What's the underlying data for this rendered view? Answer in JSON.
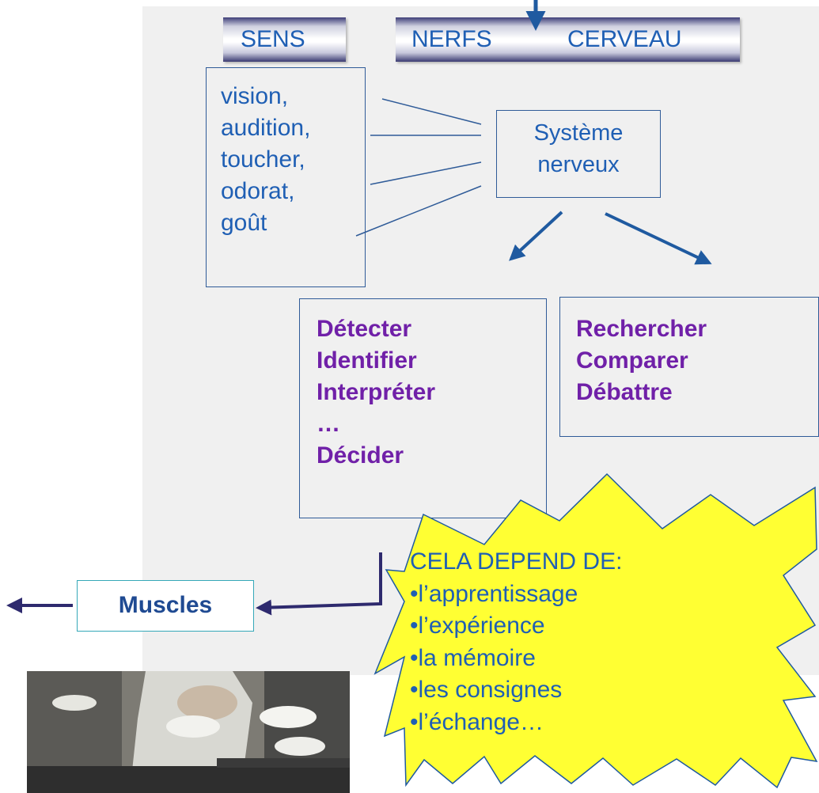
{
  "headers": {
    "sens": "SENS",
    "nerfs": "NERFS",
    "cerveau": "CERVEAU"
  },
  "senses": [
    "vision,",
    "audition,",
    "toucher,",
    "odorat,",
    "goût"
  ],
  "system_box": {
    "line1": "Système",
    "line2": "nerveux"
  },
  "actions_left": [
    "Détecter",
    "Identifier",
    "Interpréter",
    "…",
    "Décider"
  ],
  "actions_right": [
    "Rechercher",
    "Comparer",
    "Débattre"
  ],
  "bubble": {
    "title": "CELA DEPEND DE:",
    "items": [
      "•l’apprentissage",
      "•l’expérience",
      "•la mémoire",
      "•les consignes",
      "•l’échange…"
    ],
    "fill": "#ffff33"
  },
  "muscles_label": "Muscles",
  "colors": {
    "blue_text": "#1f5fb4",
    "purple_text": "#7020a8",
    "arrow": "#1f5aa0",
    "dark_arrow": "#2e2a6e",
    "panel": "#f0f0f0"
  }
}
